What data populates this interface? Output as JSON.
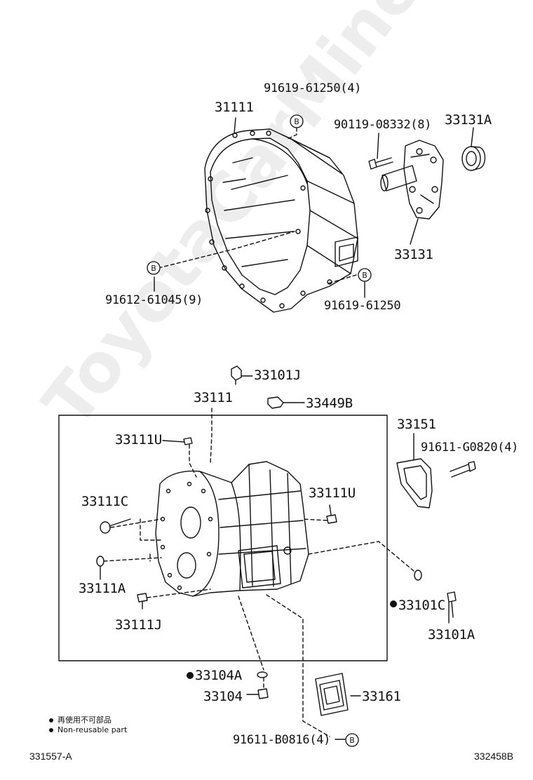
{
  "watermark": "ToyotaCarMine.ru",
  "callout_symbol": "B",
  "top_assembly": {
    "parts": {
      "clutch_housing": "31111",
      "bolt_top": "91619-61250(4)",
      "bolt_left": "91612-61045(9)",
      "bolt_bottom": "91619-61250",
      "bolt_retainer": "90119-08332(8)",
      "oil_seal": "33131A",
      "bearing_retainer": "33131"
    }
  },
  "bottom_assembly": {
    "parts": {
      "breather": "33101J",
      "case": "33111",
      "clamp": "33449B",
      "plug_u_top": "33111U",
      "plug_c": "33111C",
      "plug_u_right": "33111U",
      "plug_a": "33111A",
      "pin_j": "33111J",
      "cover": "33151",
      "bolt_cover": "91611-G0820(4)",
      "gasket_c": "33101C",
      "plug_101a": "33101A",
      "gasket_104a": "33104A",
      "plug_104": "33104",
      "plate_161": "33161",
      "bolt_plate": "91611-B0816(4)"
    }
  },
  "legend": {
    "japanese": "再使用不可部品",
    "english": "Non-reusable part"
  },
  "footer": {
    "left_code": "331557-A",
    "right_code": "332458B"
  }
}
